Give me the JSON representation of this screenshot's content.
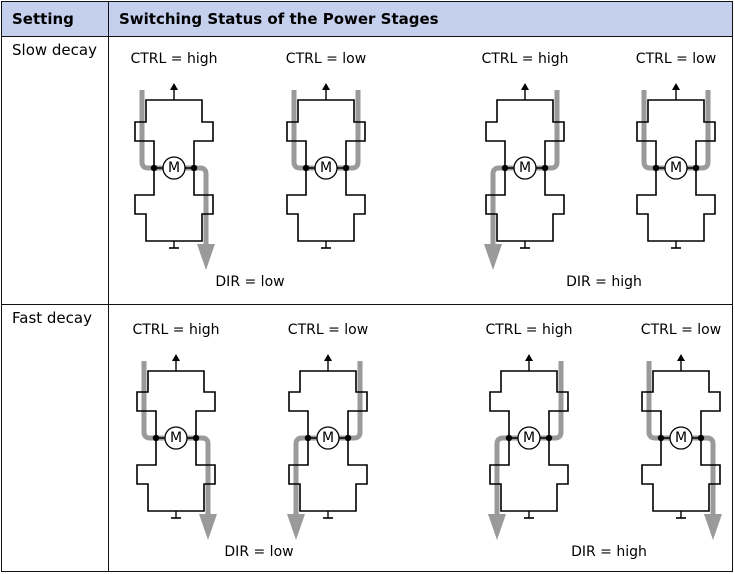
{
  "table": {
    "header": {
      "setting": "Setting",
      "status": "Switching Status of the Power Stages"
    },
    "rows": [
      {
        "setting": "Slow decay",
        "ctrl_labels": [
          "CTRL = high",
          "CTRL = low",
          "CTRL = high",
          "CTRL = low"
        ],
        "dir_labels": [
          "DIR = low",
          "DIR = high"
        ],
        "motor_labels": [
          "M",
          "M",
          "M",
          "M"
        ]
      },
      {
        "setting": "Fast decay",
        "ctrl_labels": [
          "CTRL = high",
          "CTRL = low",
          "CTRL = high",
          "CTRL = low"
        ],
        "dir_labels": [
          "DIR = low",
          "DIR = high"
        ],
        "motor_labels": [
          "M",
          "M",
          "M",
          "M"
        ]
      }
    ]
  },
  "colors": {
    "current_path": "#9a9a9a",
    "circuit": "#000000",
    "header_bg": "#c5d0ef"
  }
}
